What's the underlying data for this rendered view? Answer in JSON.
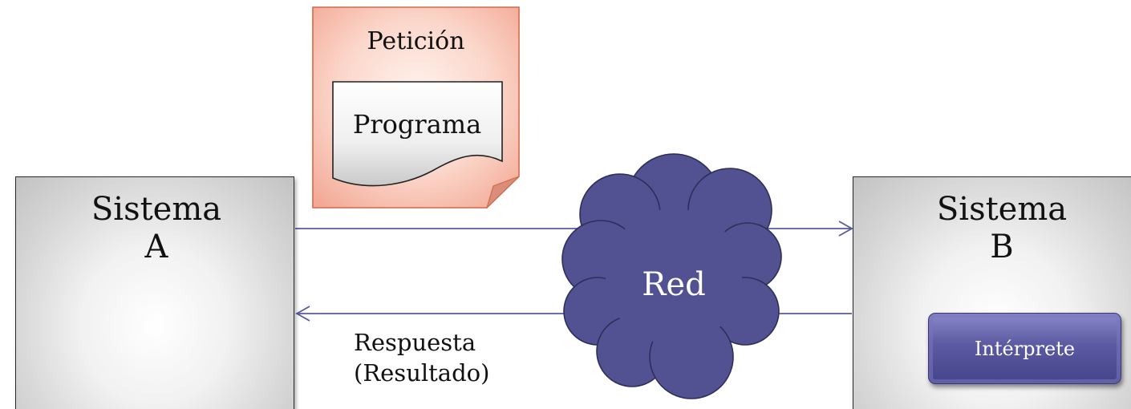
{
  "diagram": {
    "system_a": {
      "line1": "Sistema",
      "line2": "A"
    },
    "system_b": {
      "line1": "Sistema",
      "line2": "B"
    },
    "interpreter": "Intérprete",
    "request": {
      "label": "Petición",
      "document": "Programa"
    },
    "network": "Red",
    "response": {
      "line1": "Respuesta",
      "line2": "(Resultado)"
    }
  },
  "colors": {
    "arrow": "#5a59a0",
    "cloud_fill": "#525292",
    "request_note": "#f6b7a6",
    "interpreter_button": "#5b5aa2"
  }
}
